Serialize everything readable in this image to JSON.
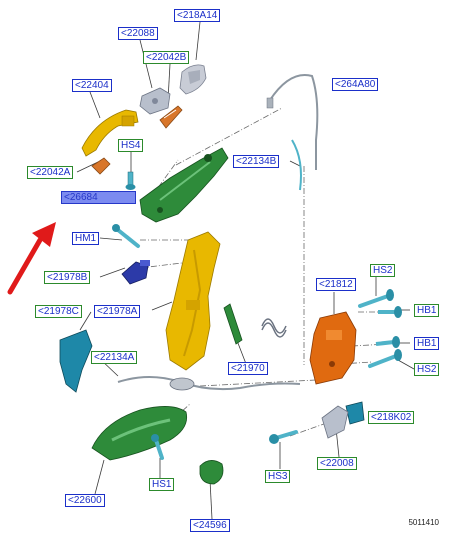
{
  "labels": {
    "l218A14": "<218A14",
    "l22088": "<22088",
    "l22042B": "<22042B",
    "l22404": "<22404",
    "l264A80": "<264A80",
    "lHS4": "HS4",
    "l22042A": "<22042A",
    "l22134B": "<22134B",
    "l26684": "<26684",
    "lHM1": "HM1",
    "lHS2a": "HS2",
    "l21812": "<21812",
    "l21978B": "<21978B",
    "lHB1a": "HB1",
    "l21978C": "<21978C",
    "l21978A": "<21978A",
    "lHB1b": "HB1",
    "l22134A": "<22134A",
    "l21970": "<21970",
    "lHS2b": "HS2",
    "l218K02": "<218K02",
    "l22008": "<22008",
    "lHS3": "HS3",
    "l22600": "<22600",
    "lHS1": "HS1",
    "l24596": "<24596"
  },
  "drawing_code": "5011410",
  "colors": {
    "label_text": "#1b2fc9",
    "selected_label_fill": "#7c8bf0",
    "callout_arrow": "#e01a1a",
    "handle_yellow": "#e8b800",
    "bracket_green": "#2e8b3a",
    "lock_orange": "#e06a10",
    "cable_grey": "#8c96a0",
    "teal_part": "#1e88a8"
  }
}
